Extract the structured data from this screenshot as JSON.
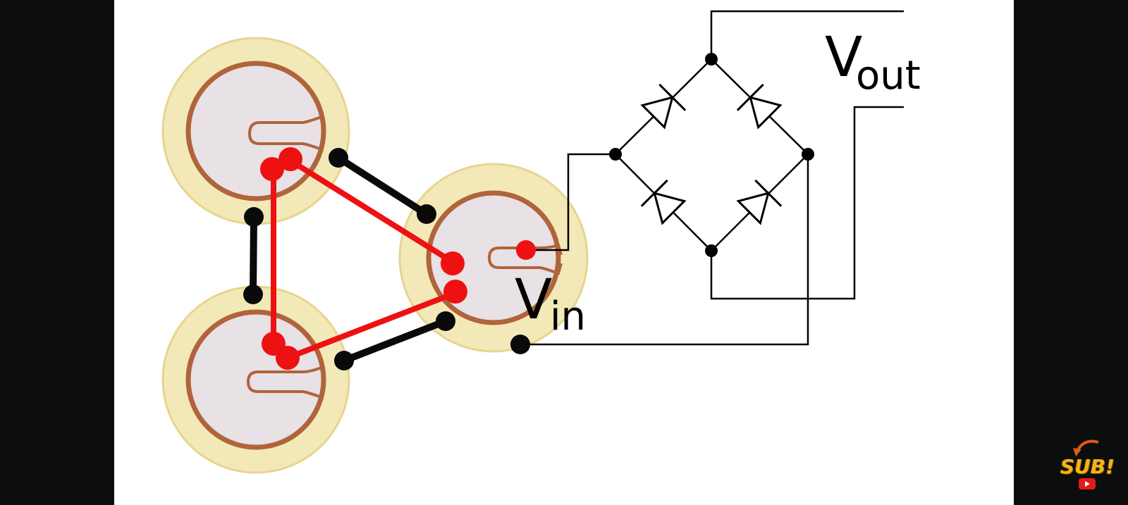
{
  "labels": {
    "vout_main": "V",
    "vout_sub": "out",
    "vin_main": "V",
    "vin_sub": "in"
  },
  "badge": {
    "text": "SUB!",
    "icon": "youtube-play-icon"
  },
  "colors": {
    "disc_outer": "#f3e8b8",
    "disc_rim": "#b0643a",
    "disc_inner": "#e8e1e6",
    "wire_red": "#ee1111",
    "wire_black": "#0a0a0a",
    "badge": "#f2b514"
  }
}
